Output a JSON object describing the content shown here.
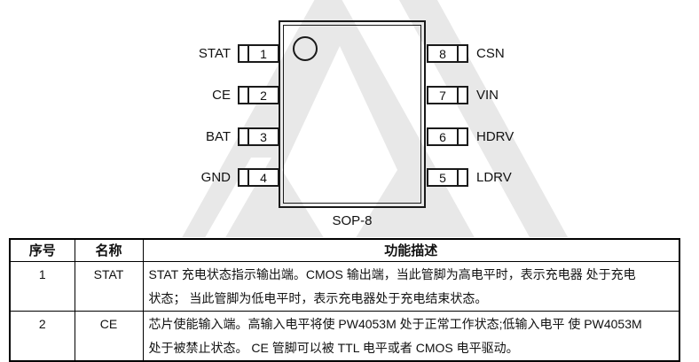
{
  "diagram": {
    "package_label": "SOP-8",
    "watermark_color": "#e8e8e8",
    "left_pins": [
      {
        "number": "1",
        "name": "STAT"
      },
      {
        "number": "2",
        "name": "CE"
      },
      {
        "number": "3",
        "name": "BAT"
      },
      {
        "number": "4",
        "name": "GND"
      }
    ],
    "right_pins": [
      {
        "number": "8",
        "name": "CSN"
      },
      {
        "number": "7",
        "name": "VIN"
      },
      {
        "number": "6",
        "name": "HDRV"
      },
      {
        "number": "5",
        "name": "LDRV"
      }
    ]
  },
  "table": {
    "headers": [
      "序号",
      "名称",
      "功能描述"
    ],
    "rows": [
      {
        "no": "1",
        "name": "STAT",
        "desc_lines": [
          "STAT 充电状态指示输出端。CMOS 输出端，当此管脚为高电平时，表示充电器 处于充电",
          "状态； 当此管脚为低电平时，表示充电器处于充电结束状态。"
        ]
      },
      {
        "no": "2",
        "name": "CE",
        "desc_lines": [
          "芯片使能输入端。高输入电平将使 PW4053M 处于正常工作状态;低输入电平 使 PW4053M",
          "处于被禁止状态。 CE 管脚可以被 TTL 电平或者 CMOS 电平驱动。"
        ]
      }
    ]
  }
}
